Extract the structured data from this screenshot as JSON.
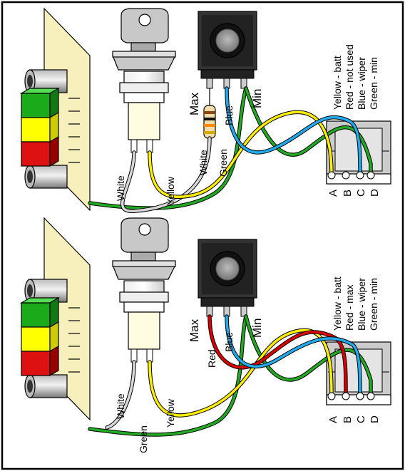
{
  "top_panel": {
    "pot_labels": {
      "max": "Max",
      "min": "Min"
    },
    "wire_labels": {
      "white_key": "White",
      "yellow_key": "Yellow",
      "white_res": "White",
      "green_pot": "Green",
      "blue_pot": "Blue"
    },
    "legend": [
      "Yellow - batt",
      "Red - not used",
      "Blue - wiper",
      "Green - min"
    ],
    "pins": [
      "A",
      "B",
      "C",
      "D"
    ]
  },
  "bottom_panel": {
    "pot_labels": {
      "max": "Max",
      "min": "Min"
    },
    "wire_labels": {
      "white_key": "White",
      "green_board": "Green",
      "yellow_key": "Yellow",
      "red_pot": "Red",
      "blue_pot": "Blue"
    },
    "legend": [
      "Yellow - batt",
      "Red - max",
      "Blue - wiper",
      "Green - min"
    ],
    "pins": [
      "A",
      "B",
      "C",
      "D"
    ]
  },
  "colors": {
    "board": "#f8f0bc",
    "led_green": "#1aaa1a",
    "led_yellow": "#ffff00",
    "led_red": "#dd1111",
    "wire_green": "#22aa22",
    "wire_yellow": "#ffee00",
    "wire_blue": "#22aaee",
    "wire_red": "#dd0000",
    "wire_white": "#d8d8d8"
  }
}
